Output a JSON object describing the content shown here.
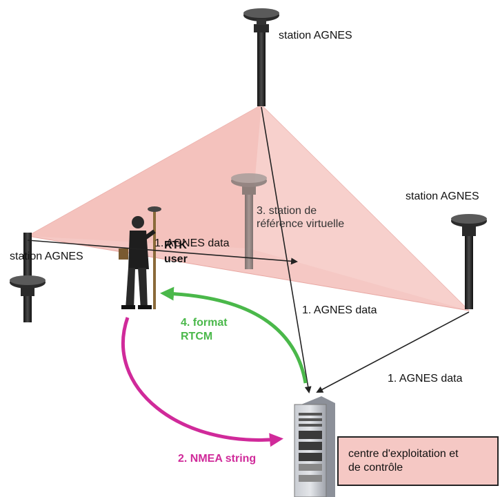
{
  "labels": {
    "station_top": "station AGNES",
    "station_right": "station AGNES",
    "station_left": "station AGNES",
    "virtual_station": "3. station de\nréférence virtuelle",
    "rtk_user": "RTK\nuser",
    "agnes_data_center": "1. AGNES data",
    "agnes_data_left": "1. AGNES data",
    "agnes_data_right": "1. AGNES data",
    "format_rtcm": "4. format\nRTCM",
    "nmea_string": "2. NMEA string",
    "control_center": "centre d'exploitation et\nde contrôle"
  },
  "colors": {
    "network_area": "#f5c8c4",
    "rtcm_arrow": "#4ab84a",
    "nmea_arrow": "#d02a9a",
    "data_arrow": "#222222"
  }
}
